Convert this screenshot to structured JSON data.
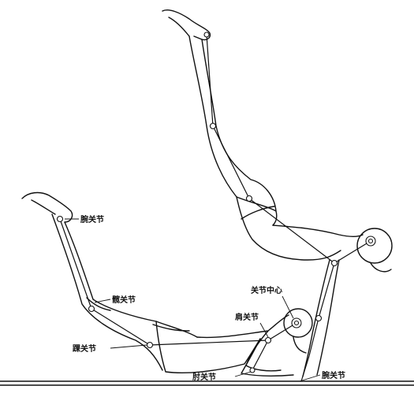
{
  "labels": {
    "wrist_joint_top": "腕关节",
    "hip_joint": "髋关节",
    "ankle_joint": "踝关节",
    "joint_center": "关节中心",
    "shoulder_joint": "肩关节",
    "elbow_joint": "肘关节",
    "wrist_joint_bottom": "腕关节"
  }
}
